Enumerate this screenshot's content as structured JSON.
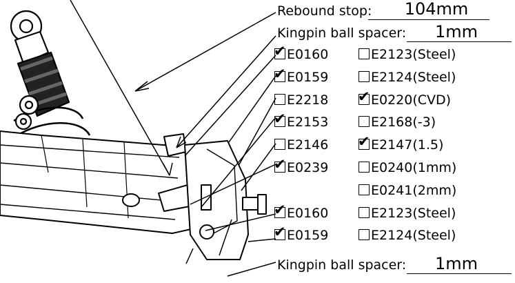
{
  "labels": {
    "rebound_stop": "Rebound stop:",
    "rebound_stop_value": "104mm",
    "kingpin_top": "Kingpin ball spacer:",
    "kingpin_top_value": "1mm",
    "kingpin_bottom": "Kingpin ball spacer:",
    "kingpin_bottom_value": "1mm"
  },
  "parts": [
    {
      "left": {
        "code": "E0160",
        "checked": true
      },
      "right": {
        "code": "E2123(Steel)",
        "checked": false
      }
    },
    {
      "left": {
        "code": "E0159",
        "checked": true
      },
      "right": {
        "code": "E2124(Steel)",
        "checked": false
      }
    },
    {
      "left": {
        "code": "E2218",
        "checked": false
      },
      "right": {
        "code": "E0220(CVD)",
        "checked": true
      }
    },
    {
      "left": {
        "code": "E2153",
        "checked": true
      },
      "right": {
        "code": "E2168(-3)",
        "checked": false
      }
    },
    {
      "left": {
        "code": "E2146",
        "checked": false
      },
      "right": {
        "code": "E2147(1.5)",
        "checked": true
      }
    },
    {
      "left": {
        "code": "E0239",
        "checked": true
      },
      "right": {
        "code": "E0240(1mm)",
        "checked": false
      }
    },
    {
      "left": null,
      "right": {
        "code": "E0241(2mm)",
        "checked": false
      }
    },
    {
      "left": {
        "code": "E0160",
        "checked": true
      },
      "right": {
        "code": "E2123(Steel)",
        "checked": false
      }
    },
    {
      "left": {
        "code": "E0159",
        "checked": true
      },
      "right": {
        "code": "E2124(Steel)",
        "checked": false
      }
    }
  ]
}
